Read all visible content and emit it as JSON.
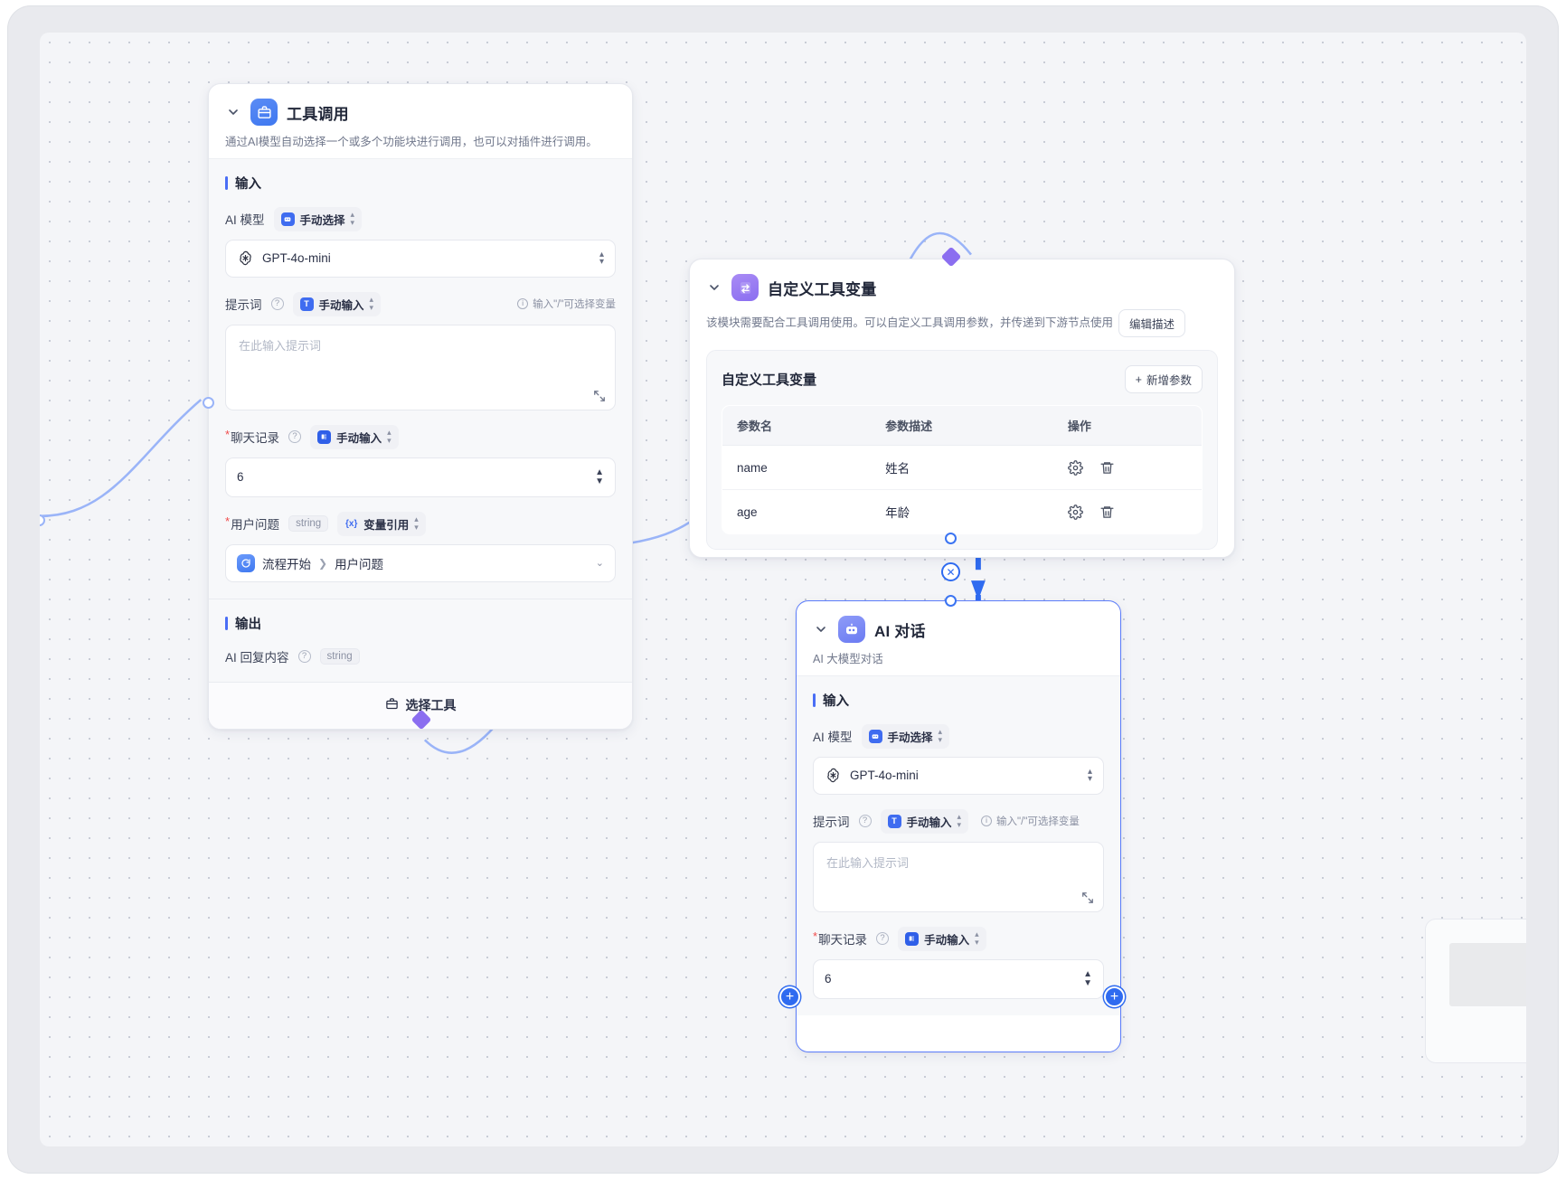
{
  "canvas": {
    "label": "workflow-canvas"
  },
  "nodes": {
    "tool_call": {
      "title": "工具调用",
      "icon_name": "briefcase-icon",
      "description": "通过AI模型自动选择一个或多个功能块进行调用，也可以对插件进行调用。",
      "input_section": "输入",
      "output_section": "输出",
      "model_label": "AI 模型",
      "model_mode": "手动选择",
      "model_value": "GPT-4o-mini",
      "prompt_label": "提示词",
      "prompt_mode": "手动输入",
      "prompt_hint": "输入\"/\"可选择变量",
      "prompt_placeholder": "在此输入提示词",
      "chat_label": "聊天记录",
      "chat_mode": "手动输入",
      "chat_value": "6",
      "question_label": "用户问题",
      "question_type": "string",
      "question_mode": "变量引用",
      "question_ref_node": "流程开始",
      "question_ref_field": "用户问题",
      "output_field": "AI 回复内容",
      "output_type": "string",
      "footer_button": "选择工具"
    },
    "tool_vars": {
      "title": "自定义工具变量",
      "icon_name": "variable-swap-icon",
      "description": "该模块需要配合工具调用使用。可以自定义工具调用参数，并传递到下游节点使用",
      "edit_desc_button": "编辑描述",
      "panel_title": "自定义工具变量",
      "add_param_button": "新增参数",
      "add_param_prefix": "+",
      "table": {
        "columns": [
          "参数名",
          "参数描述",
          "操作"
        ],
        "rows": [
          {
            "name": "name",
            "desc": "姓名",
            "actions": [
              "gear-icon",
              "trash-icon"
            ]
          },
          {
            "name": "age",
            "desc": "年龄",
            "actions": [
              "gear-icon",
              "trash-icon"
            ]
          }
        ]
      }
    },
    "ai_chat": {
      "title": "AI 对话",
      "icon_name": "robot-icon",
      "description": "AI 大模型对话",
      "input_section": "输入",
      "model_label": "AI 模型",
      "model_mode": "手动选择",
      "model_value": "GPT-4o-mini",
      "prompt_label": "提示词",
      "prompt_mode": "手动输入",
      "prompt_hint": "输入\"/\"可选择变量",
      "prompt_placeholder": "在此输入提示词",
      "chat_label": "聊天记录",
      "chat_mode": "手动输入",
      "chat_value": "6"
    }
  },
  "colors": {
    "accent": "#4a6ef5",
    "connector_blue": "#2f6bf0",
    "connector_light": "#9ab4f8",
    "diamond_purple": "#8b6ef0",
    "required_red": "#f04b4b"
  }
}
